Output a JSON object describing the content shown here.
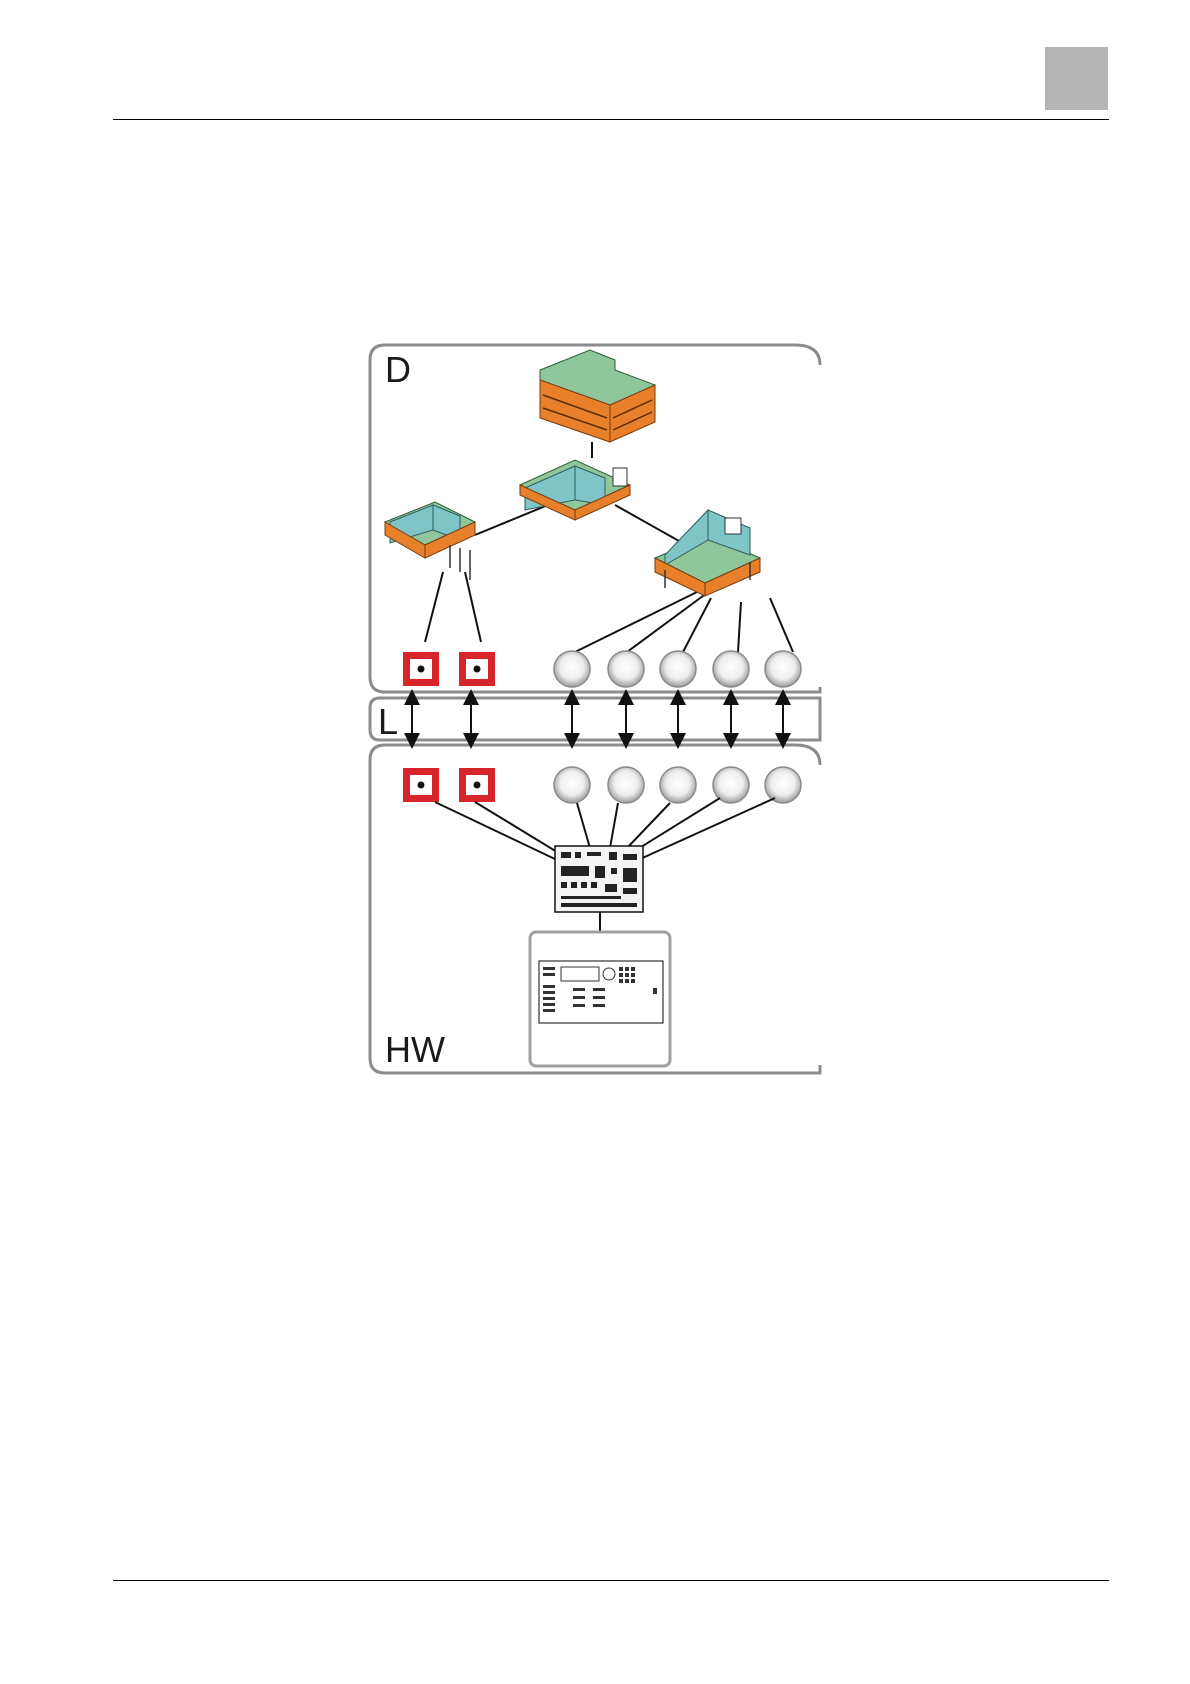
{
  "zones": {
    "d_label": "D",
    "l_label": "L",
    "hw_label": "HW"
  },
  "colors": {
    "zone_border": "#8c8c8c",
    "fire_detector": "#d7262b",
    "building_roof": "#8fc79a",
    "building_wall": "#e87f2a",
    "room_wall": "#7fc4c6",
    "chapter_tab": "#b4b4b4"
  },
  "logical_elements": {
    "fire_detectors": 2,
    "generic_detectors": 5
  }
}
